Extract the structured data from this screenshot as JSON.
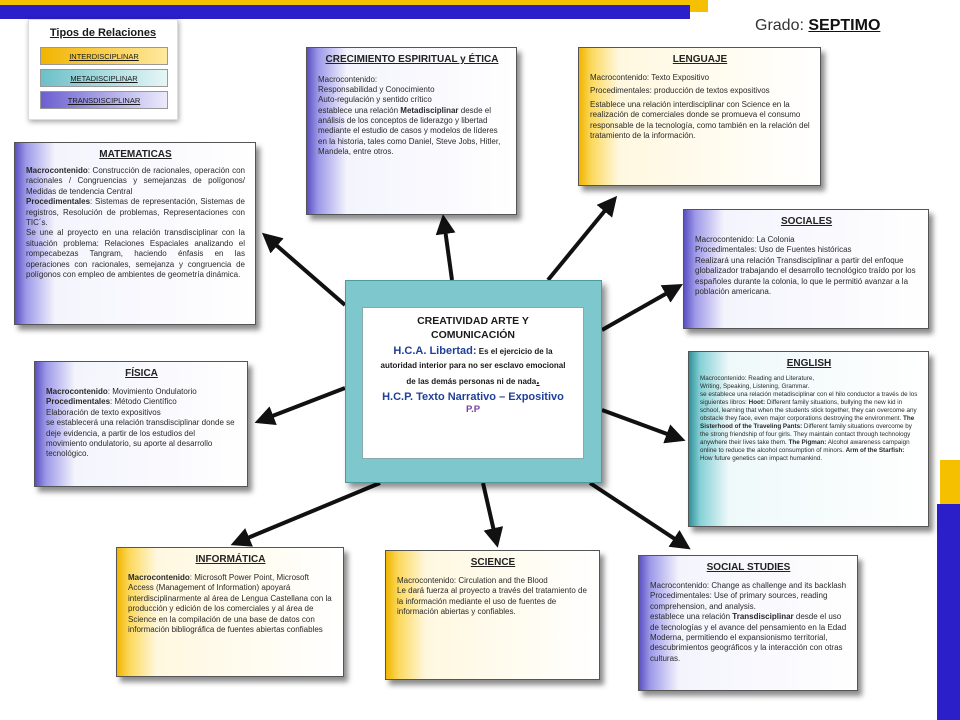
{
  "colors": {
    "violet": "#6a5fd0",
    "gold": "#f5c000",
    "teal": "#3e9ea6",
    "blue_title": "#1f3f9a",
    "purple_text": "#7a3fa0",
    "deco_purple": "#2a1fc8",
    "deco_gold": "#f5c000",
    "arrow": "#111111"
  },
  "grade": {
    "label": "Grado:",
    "value": "SEPTIMO"
  },
  "legend": {
    "title": "Tipos de Relaciones",
    "items": [
      "INTERDISCIPLINAR",
      "METADISCIPLINAR",
      "TRANSDISCIPLINAR"
    ]
  },
  "center": {
    "line1": "CREATIVIDAD ARTE Y",
    "line2": "COMUNICACIÓN",
    "hca_label": "H.C.A. Libertad:",
    "hca_text1": "Es el ejercicio de la",
    "hca_text2": "autoridad interior para no ser esclavo emocional",
    "hca_text3": "de las demás personas ni de nada",
    "hca_end": ".",
    "hcp": "H.C.P. Texto Narrativo – Expositivo",
    "pp": "P.P"
  },
  "boxes": {
    "crecimiento": {
      "title": "CRECIMIENTO ESPIRITUAL y ÉTICA",
      "lines": [
        "Macrocontenido:",
        "Responsabilidad y Conocimiento",
        "Auto-regulación y sentido crítico"
      ],
      "p_pre": "establece una relación ",
      "p_bold": "Metadisciplinar",
      "p_post": " desde el análisis de los conceptos de liderazgo y libertad mediante el estudio de casos y modelos de líderes en la historia, tales como Daniel, Steve Jobs, Hitler, Mandela, entre otros."
    },
    "lenguaje": {
      "title": "LENGUAJE",
      "lines": [
        "Macrocontenido: Texto Expositivo",
        "Procedimentales: producción de textos expositivos",
        "Establece una relación interdisciplinar con Science en la realización de comerciales donde se promueva el consumo responsable de la tecnología, como también en la relación del tratamiento de la información."
      ]
    },
    "matematicas": {
      "title": "MATEMATICAS",
      "mc_label": "Macrocontenido",
      "mc_text": ": Construcción de racionales, operación con racionales / Congruencias y semejanzas de polígonos/ Medidas de tendencia Central",
      "pr_label": "Procedimentales",
      "pr_text": ": Sistemas de representación, Sistemas de registros, Resolución de problemas, Representaciones con TIC´s.",
      "rest": "Se une al proyecto en una relación transdisciplinar con la situación problema: Relaciones Espaciales analizando el rompecabezas Tangram, haciendo énfasis en las operaciones con racionales, semejanza y congruencia de polígonos con empleo de ambientes de geometría dinámica."
    },
    "sociales": {
      "title": "SOCIALES",
      "lines": [
        "Macrocontenido: La Colonia",
        "Procedimentales: Uso de Fuentes históricas",
        "Realizará una relación Transdisciplinar a partir del enfoque globalizador trabajando el desarrollo tecnológico traído por los españoles durante la colonia, lo que le permitió avanzar a la población americana."
      ]
    },
    "fisica": {
      "title": "FÍSICA",
      "mc_label": "Macrocontenido",
      "mc_text": ": Movimiento Ondulatorio",
      "pr_label": "Procedimentales",
      "pr_text": ": Método Científico",
      "rest": [
        "Elaboración de texto expositivos",
        "se establecerá una relación transdisciplinar donde se deje evidencia, a partir de los estudios del movimiento ondulatorio, su aporte al desarrollo tecnológico."
      ]
    },
    "english": {
      "title": "ENGLISH",
      "line1": "Macrocontenido:  Reading and Literature,",
      "line2": "Writing, Speaking, Listening, Grammar.",
      "p1": "se establece una relación metadisciplinar con el hilo conductor a través de los siguientes libros: ",
      "b1": "Hoot:",
      "p2": " Different family situations, bullying the new kid in school, learning that when the students stick together, they can overcome any obstacle they face, even major corporations destroying the environment. ",
      "b2": "The Sisterhood of the Traveling Pants:",
      "p3": " Different family situations overcome by the strong friendship of four girls. They maintain contact through technology anywhere their lives take them. ",
      "b3": "The Pigman:",
      "p4": " Alcohol awareness campaign online to reduce the alcohol consumption of minors. ",
      "b4": "Arm of the Starfish:",
      "p5": " How future genetics can impact humankind."
    },
    "informatica": {
      "title": "INFORMÁTICA",
      "mc_label": "Macrocontenido",
      "mc_text": ": Microsoft Power Point, Microsoft Access (Management of Information) apoyará interdisciplinarmente al área de Lengua Castellana con la producción y edición de los comerciales y al área de Science en la compilación de una base de datos con información bibliográfica de fuentes abiertas confiables"
    },
    "science": {
      "title": "SCIENCE",
      "lines": [
        "Macrocontenido: Circulation and the Blood",
        "Le dará fuerza al proyecto a través del tratamiento de la información mediante el uso de fuentes de información abiertas y confiables."
      ]
    },
    "social_studies": {
      "title": "SOCIAL  STUDIES",
      "lines": [
        "Macrocontenido: Change as challenge and its backlash",
        "Procedimentales: Use of primary sources, reading comprehension, and analysis."
      ],
      "p_pre": "establece una relación ",
      "p_bold": "Transdisciplinar",
      "p_post": " desde el uso de tecnologías y el avance del pensamiento en la Edad Moderna, permitiendo el expansionismo territorial, descubrimientos geográficos y la interacción con otras culturas."
    }
  }
}
